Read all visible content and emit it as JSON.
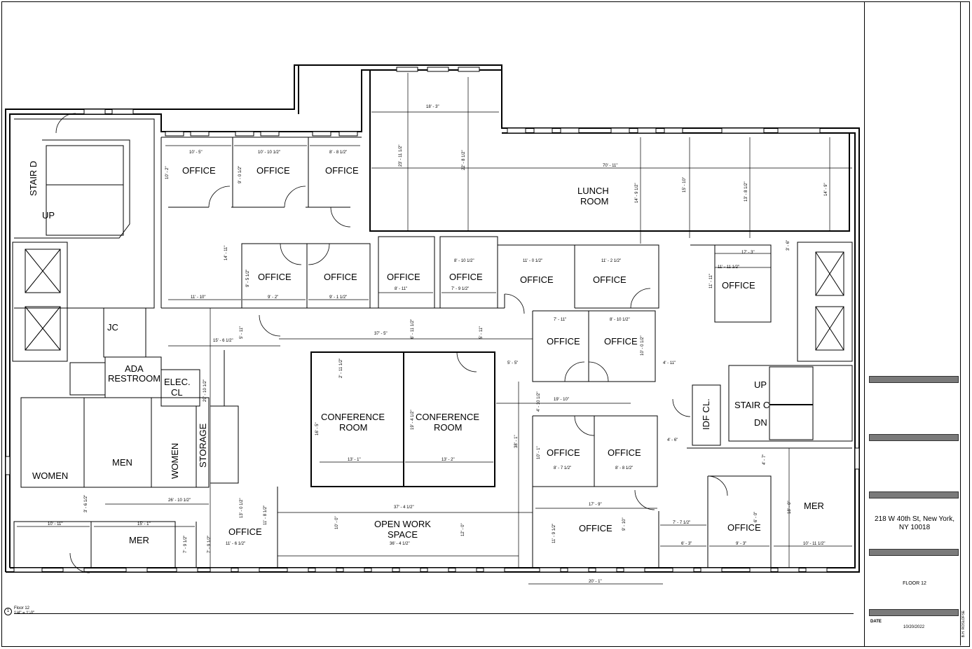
{
  "rooms": {
    "stair_d": "STAIR D",
    "up_d": "UP",
    "office_a": "OFFICE",
    "office_b": "OFFICE",
    "office_c": "OFFICE",
    "lunch_room": [
      "LUNCH",
      "ROOM"
    ],
    "office_d": "OFFICE",
    "office_e": "OFFICE",
    "office_f": "OFFICE",
    "office_g": "OFFICE",
    "office_h": "OFFICE",
    "office_i": "OFFICE",
    "office_j": "OFFICE",
    "jc": "JC",
    "ada_restroom": [
      "ADA",
      "RESTROOM"
    ],
    "elec_cl": [
      "ELEC.",
      "CL"
    ],
    "office_k": "OFFICE",
    "office_l": "OFFICE",
    "conf_room_1": [
      "CONFERENCE",
      "ROOM"
    ],
    "conf_room_2": [
      "CONFERENCE",
      "ROOM"
    ],
    "stair_c": "STAIR C",
    "up_c": "UP",
    "dn_c": "DN",
    "idf_cl": "IDF CL.",
    "office_m": "OFFICE",
    "office_n": "OFFICE",
    "women_1": "WOMEN",
    "men": "MEN",
    "women_2": "WOMEN",
    "storage": "STORAGE",
    "mer_1": "MER",
    "mer_2": "MER",
    "office_o": "OFFICE",
    "open_work": [
      "OPEN WORK",
      "SPACE"
    ],
    "office_p": "OFFICE",
    "office_q": "OFFICE"
  },
  "dims": {
    "d1": "10' - 5\"",
    "d2": "10' - 10 1/2\"",
    "d3": "8' - 8 1/2\"",
    "d4": "18' - 3\"",
    "d5": "23' - 11 1/2\"",
    "d6": "22' - 8 1/2\"",
    "d7": "70' - 11\"",
    "d8": "14' - 9 1/2\"",
    "d9": "15' - 10\"",
    "d10": "13' - 8 1/2\"",
    "d11": "14' - 9\"",
    "d12": "10' - 2\"",
    "d13": "9' - 0 1/2\"",
    "d14": "14' - 11\"",
    "d15": "11' - 10\"",
    "d16": "9' - 2\"",
    "d17": "9' - 1 1/2\"",
    "d18": "9' - 5 1/2\"",
    "d19": "8' - 11\"",
    "d20": "7' - 9 1/2\"",
    "d21": "8' - 10 1/2\"",
    "d22": "11' - 0 1/2\"",
    "d23": "11' - 2 1/2\"",
    "d24": "17' - 3\"",
    "d25": "11' - 11 1/2\"",
    "d26": "11' - 11\"",
    "d27": "3' - 6\"",
    "d28": "7' - 11\"",
    "d29": "8' - 10 1/2\"",
    "d30": "15' - 6 1/2\"",
    "d31": "5' - 11\"",
    "d32": "37' - 5\"",
    "d33": "6' - 11 1/2\"",
    "d34": "5' - 11\"",
    "d35": "10' - 0 1/2\"",
    "d36": "4' - 11\"",
    "d37": "5' - 5\"",
    "d38": "19' - 10\"",
    "d39": "4' - 10 1/2\"",
    "d40": "2' - 11 1/2\"",
    "d41": "16' - 5\"",
    "d42": "19' - 4 1/2\"",
    "d43": "13' - 1\"",
    "d44": "13' - 2\"",
    "d45": "38' - 1\"",
    "d46": "10' - 1\"",
    "d47": "8' - 7 1/2\"",
    "d48": "8' - 8 1/2\"",
    "d49": "4' - 6\"",
    "d50": "4' - 7\"",
    "d51": "29' - 10 1/2\"",
    "d52": "26' - 10 1/2\"",
    "d53": "3' - 6 1/2\"",
    "d54": "10' - 11\"",
    "d55": "15' - 1\"",
    "d56": "7' - 9 1/2\"",
    "d57": "7' - 9 1/2\"",
    "d58": "13' - 0 1/2\"",
    "d59": "11' - 8 1/2\"",
    "d60": "11' - 6 1/2\"",
    "d61": "37' - 4 1/2\"",
    "d62": "10' - 0\"",
    "d63": "36' - 4 1/2\"",
    "d64": "12' - 0\"",
    "d65": "17' - 9\"",
    "d66": "11' - 9 1/2\"",
    "d67": "9' - 10\"",
    "d68": "20' - 1\"",
    "d69": "7' - 7 1/2\"",
    "d70": "6' - 3\"",
    "d71": "9' - 3\"",
    "d72": "6' - 0\"",
    "d73": "18' - 0\"",
    "d74": "10' - 11 1/2\""
  },
  "view": {
    "number": "1",
    "name": "Floor 12",
    "scale": "1/4\" = 1'-0\""
  },
  "title_block": {
    "address_line1": "218 W 40th St, New York,",
    "address_line2": "NY 10018",
    "sheet_name": "FLOOR 12",
    "date_label": "DATE",
    "date": "10/20/2022",
    "drawn_by": "B.H. ROSLOFSE"
  }
}
